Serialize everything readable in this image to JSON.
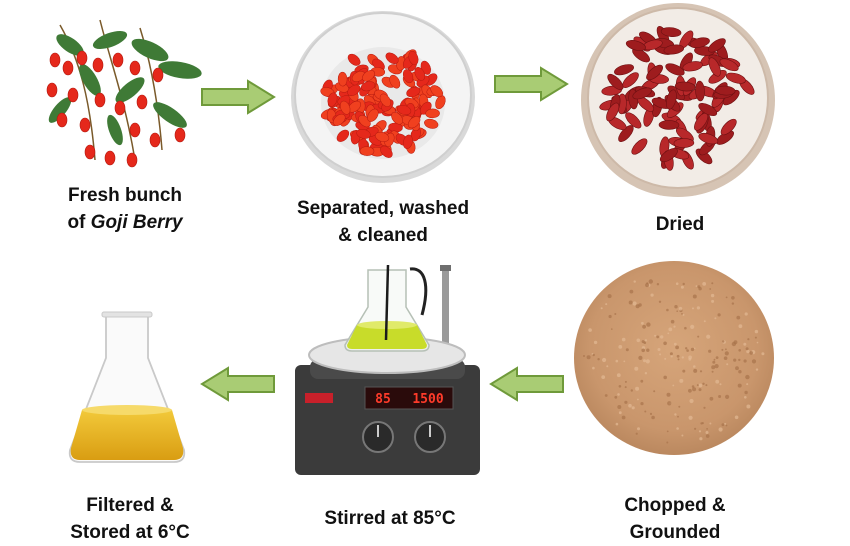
{
  "steps": [
    {
      "id": "fresh",
      "caption_lines": [
        "Fresh bunch",
        "of "
      ],
      "caption_italic": "Goji Berry",
      "image": "goji-bunch"
    },
    {
      "id": "separated",
      "caption_lines": [
        "Separated, washed",
        "& cleaned"
      ],
      "image": "bowl-fresh-berries"
    },
    {
      "id": "dried",
      "caption_lines": [
        "Dried"
      ],
      "image": "bowl-dried-berries"
    },
    {
      "id": "chopped",
      "caption_lines": [
        "Chopped &",
        "Grounded"
      ],
      "image": "powder-pile"
    },
    {
      "id": "stirred",
      "caption_lines": [
        "Stirred at 85°C"
      ],
      "image": "magnetic-stirrer",
      "display": {
        "left": "85",
        "right": "1500"
      }
    },
    {
      "id": "filtered",
      "caption_lines": [
        "Filtered &",
        "Stored at 6°C"
      ],
      "image": "erlenmeyer-flask"
    }
  ],
  "arrows": [
    {
      "from": "fresh",
      "to": "separated",
      "direction": "right"
    },
    {
      "from": "separated",
      "to": "dried",
      "direction": "right"
    },
    {
      "from": "chopped",
      "to": "stirred",
      "direction": "left"
    },
    {
      "from": "stirred",
      "to": "filtered",
      "direction": "left"
    }
  ],
  "colors": {
    "arrow_fill": "#a9cc74",
    "arrow_stroke": "#6f9a3a",
    "berry_red": "#e5281b",
    "dried_red": "#9e1c1e",
    "powder": "#c9966c",
    "oil_yellow": "#e8b21c",
    "extract_yellow": "#c8dc2a",
    "leaf_green": "#3f7a36"
  }
}
